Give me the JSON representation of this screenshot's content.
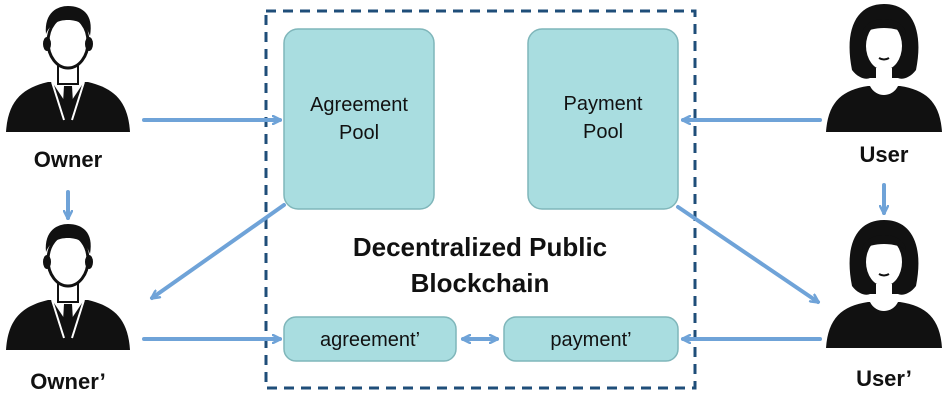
{
  "colors": {
    "box_fill": "#a9dde0",
    "box_stroke": "#7fb6ba",
    "arrow": "#6fa3d8",
    "dashed_border": "#1f4e79",
    "figure": "#111111"
  },
  "blockchain": {
    "line1": "Decentralized Public",
    "line2": "Blockchain"
  },
  "pools": {
    "agreement": {
      "line1": "Agreement",
      "line2": "Pool"
    },
    "payment": {
      "line1": "Payment",
      "line2": "Pool"
    }
  },
  "records": {
    "agreement": "agreement’",
    "payment": "payment’"
  },
  "actors": {
    "owner": {
      "label": "Owner",
      "icon": "businessman-icon"
    },
    "owner_prime": {
      "label": "Owner’",
      "icon": "businessman-icon"
    },
    "user": {
      "label": "User",
      "icon": "woman-icon"
    },
    "user_prime": {
      "label": "User’",
      "icon": "woman-icon"
    }
  }
}
